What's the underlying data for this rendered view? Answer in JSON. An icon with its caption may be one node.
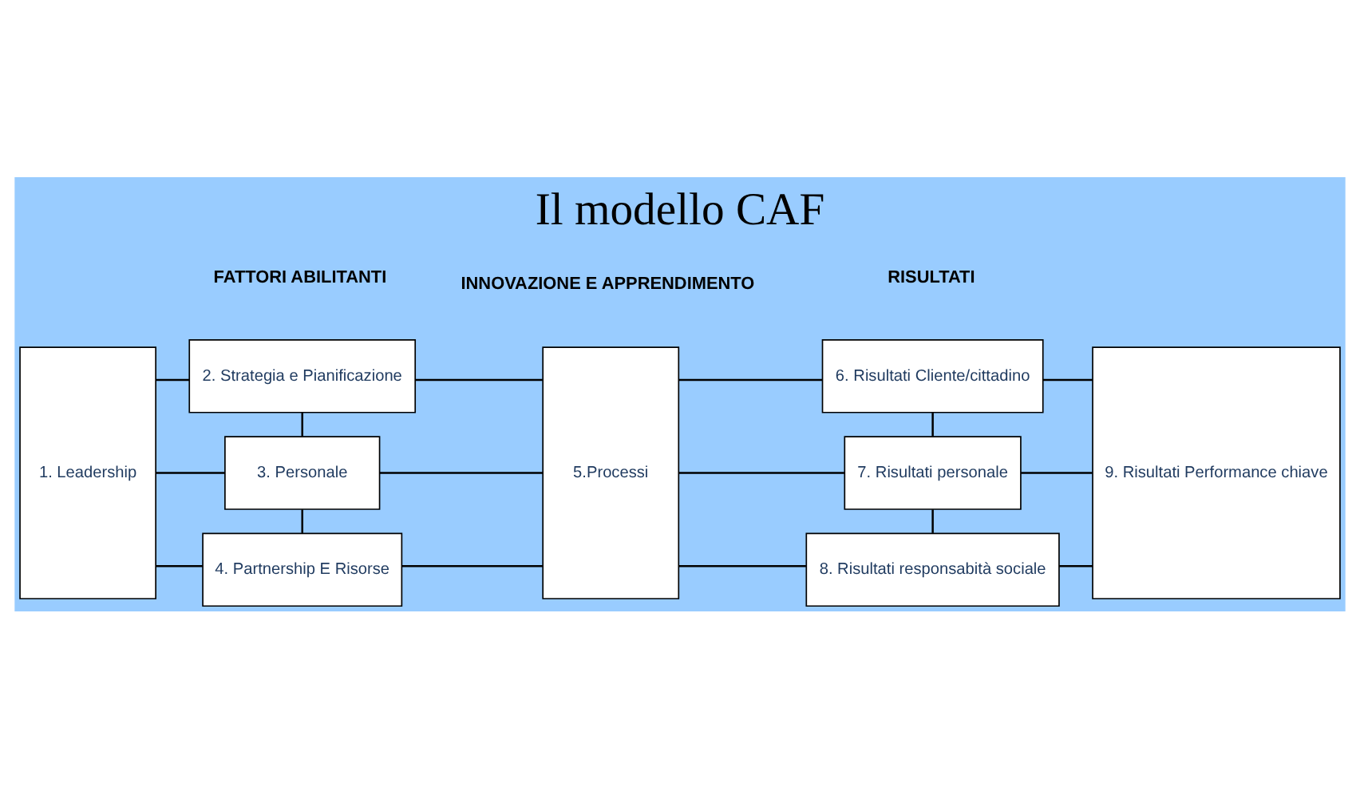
{
  "diagram": {
    "title": "Il modello CAF",
    "nodes": [
      {
        "text": [
          "1. Leadership"
        ]
      },
      {
        "text": [
          "2. Strategia e Pianificazione"
        ]
      },
      {
        "text": [
          "3. Personale"
        ]
      },
      {
        "text": [
          "4. Partnership E Risorse"
        ]
      },
      {
        "text": [
          "5.Processi"
        ]
      },
      {
        "text": [
          "6. Risultati Cliente/cittadino"
        ]
      },
      {
        "text": [
          "7. Risultati personale"
        ]
      },
      {
        "text": [
          "8. Risultati responsabità sociale"
        ]
      },
      {
        "text": [
          "9. Risultati Performance chiave"
        ]
      }
    ],
    "edges": [
      {
        "from": 0,
        "to": 1,
        "arrow": "none"
      },
      {
        "from": 0,
        "to": 2,
        "arrow": "none"
      },
      {
        "from": 0,
        "to": 3,
        "arrow": "none"
      },
      {
        "from": 1,
        "to": 2,
        "arrow": "none"
      },
      {
        "from": 2,
        "to": 3,
        "arrow": "none"
      },
      {
        "from": 1,
        "to": 4,
        "arrow": "none"
      },
      {
        "from": 2,
        "to": 4,
        "arrow": "none"
      },
      {
        "from": 3,
        "to": 4,
        "arrow": "none"
      },
      {
        "from": 4,
        "to": 5,
        "arrow": "none"
      },
      {
        "from": 4,
        "to": 6,
        "arrow": "none"
      },
      {
        "from": 4,
        "to": 7,
        "arrow": "none"
      },
      {
        "from": 5,
        "to": 6,
        "arrow": "none"
      },
      {
        "from": 6,
        "to": 7,
        "arrow": "none"
      },
      {
        "from": 5,
        "to": 8,
        "arrow": "none"
      },
      {
        "from": 6,
        "to": 8,
        "arrow": "none"
      },
      {
        "from": 7,
        "to": 8,
        "arrow": "none"
      }
    ],
    "labels": [
      "FATTORI ABILITANTI",
      "RISULTATI",
      "INNOVAZIONE E APPRENDIMENTO"
    ]
  }
}
